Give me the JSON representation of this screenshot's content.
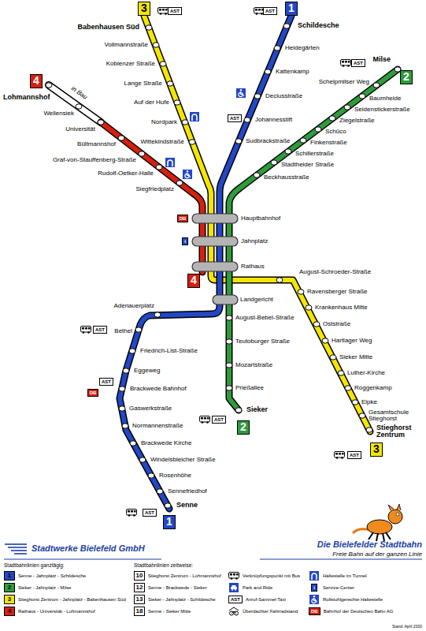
{
  "diagram": {
    "nodes": [
      {
        "text": [
          "3"
        ]
      },
      {
        "text": [
          "1"
        ]
      },
      {
        "text": [
          "2"
        ]
      },
      {
        "text": [
          "4"
        ]
      },
      {
        "text": [
          "4"
        ]
      },
      {
        "text": [
          "2"
        ]
      },
      {
        "text": [
          "3"
        ]
      },
      {
        "text": [
          "1"
        ]
      }
    ],
    "labels": [
      "Babenhausen Süd",
      "Vollmannstraße",
      "Koblenzer Straße",
      "Lange Straße",
      "Auf der Hufe",
      "Nordpark",
      "Wittekindstraße",
      "Schildesche",
      "Heidegärten",
      "Kattenkamp",
      "Deciusstraße",
      "Johannesstift",
      "Sudbrackstraße",
      "Milse",
      "Schelpmilser Weg",
      "Baumheide",
      "Seidenstickerstraße",
      "Ziegelstraße",
      "Schüco",
      "Finkenstraße",
      "Schillerstraße",
      "Stadtheider Straße",
      "Beckhausstraße",
      "Lohmannshof",
      "in Bau",
      "Wellensiek",
      "Universität",
      "Bültmannshof",
      "Graf-von-Stauffenberg-Straße",
      "Rudolf-Oetker-Halle",
      "Siegfriedplatz",
      "Hauptbahnhof",
      "Jahnplatz",
      "Rathaus",
      "August-Schroeder-Straße",
      "Landgericht",
      "Ravensberger Straße",
      "Krankenhaus Mitte",
      "Oststraße",
      "Hartlager Weg",
      "Sieker Mitte",
      "Luther-Kirche",
      "Roggenkamp",
      "Elpke",
      "Gesamtschule Stieghorst",
      "Stieghorst Zentrum",
      "Adenauerplatz",
      "Bethel",
      "Friedrich-List-Straße",
      "Eggeweg",
      "Brackwede Bahnhof",
      "Gaswerkstraße",
      "Normannenstraße",
      "Brackwede Kirche",
      "Windelsbleicher Straße",
      "Rosenhöhe",
      "Sennefriedhof",
      "Senne",
      "August-Bebel-Straße",
      "Teutoburger Straße",
      "Mozartstraße",
      "Prießallee",
      "Sieker",
      "AST",
      "AST",
      "AST",
      "AST",
      "AST",
      "DB",
      "i",
      "AST",
      "DB",
      "AST",
      "AST",
      "AST",
      "Stadtwerke Bielefeld GmbH",
      "Die Bielefelder Stadtbahn",
      "Freie Bahn auf der ganzen Linie",
      "Stadtbahnlinien ganztägig:",
      "Stadtbahnlinien zeitweise:",
      "Stand: April 2000",
      "1",
      "2",
      "3",
      "4",
      "10",
      "12",
      "13",
      "18",
      "AST",
      "i",
      "DB"
    ],
    "legend": [
      {
        "text": "Senne - Jahnplatz - Schildesche",
        "color": "#2347c6"
      },
      {
        "text": "Sieker - Jahnplatz - Milse",
        "color": "#2e9b3c"
      },
      {
        "text": "Stieghorst Zentrum - Jahnplatz - Babenhausen Süd",
        "color": "#f4e600"
      },
      {
        "text": "Rathaus - Universität - Lohmannshof",
        "color": "#d6200e"
      },
      {
        "text": "Stieghorst Zentrum - Lohmannshof"
      },
      {
        "text": "Senne - Brackwede - Sieker"
      },
      {
        "text": "Sieker - Jahnplatz - Schildesche"
      },
      {
        "text": "Senne - Sieker Mitte"
      },
      {
        "text": "Verknüpfungspunkt mit Bus"
      },
      {
        "text": "Park and Ride"
      },
      {
        "text": "Anruf-Sammel-Taxi"
      },
      {
        "text": "Überdachter Fahrradstand"
      },
      {
        "text": "Haltestelle im Tunnel"
      },
      {
        "text": "Service-Center"
      },
      {
        "text": "Rollstuhlgerechte Haltestelle"
      },
      {
        "text": "Bahnhof der Deutschen Bahn AG"
      }
    ]
  }
}
